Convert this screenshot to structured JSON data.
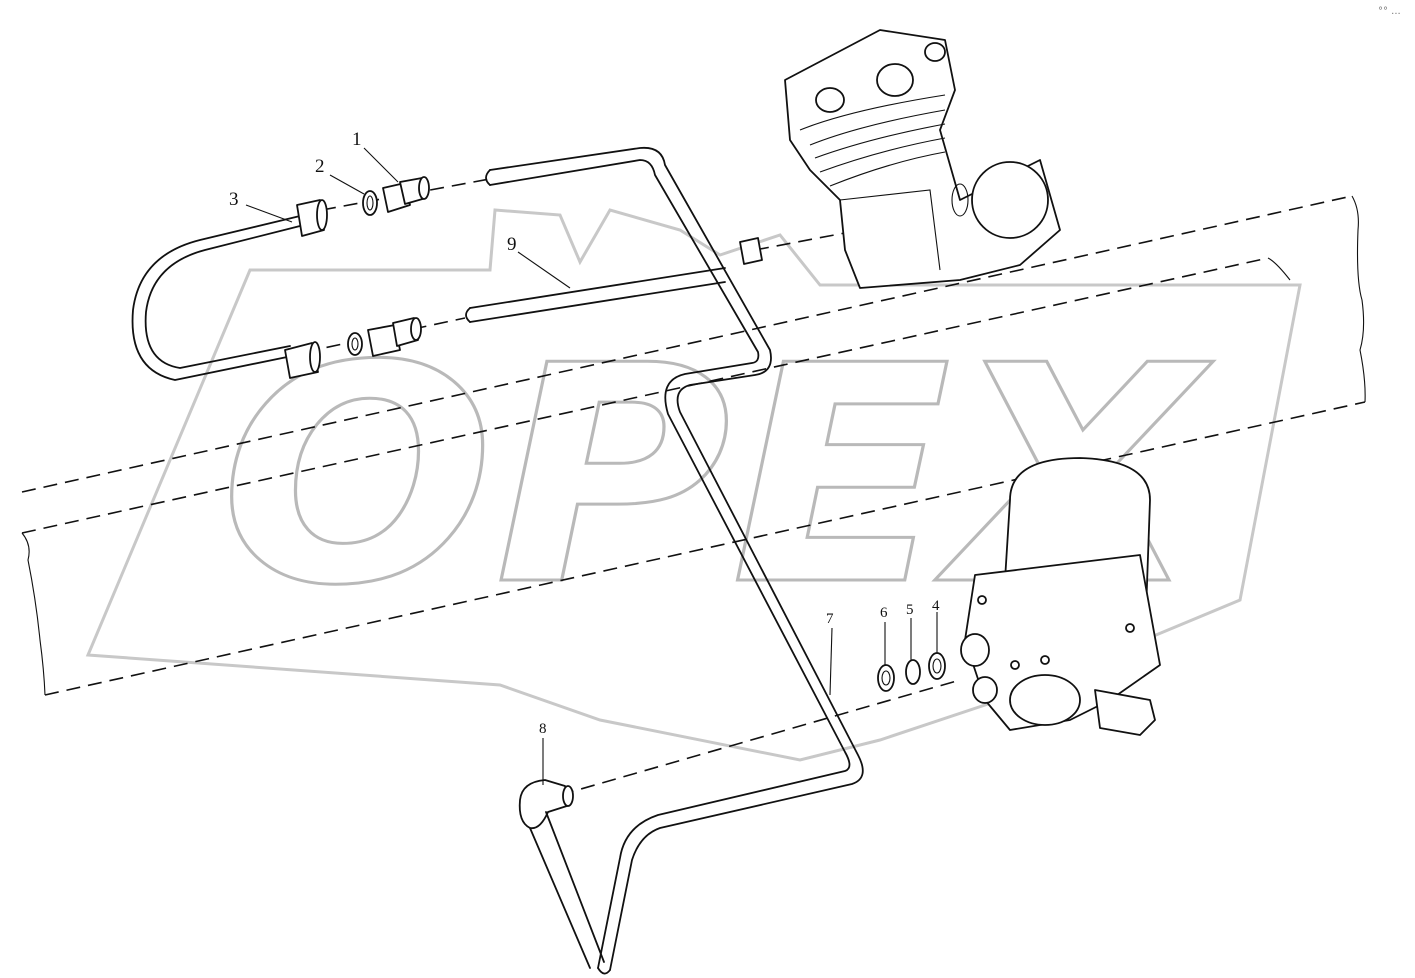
{
  "watermark": {
    "text": "OPEX",
    "color": "#b9b9b9"
  },
  "callouts": [
    {
      "id": "1",
      "label": "1"
    },
    {
      "id": "2",
      "label": "2"
    },
    {
      "id": "3",
      "label": "3"
    },
    {
      "id": "4",
      "label": "4"
    },
    {
      "id": "5",
      "label": "5"
    },
    {
      "id": "6",
      "label": "6"
    },
    {
      "id": "7",
      "label": "7"
    },
    {
      "id": "8",
      "label": "8"
    },
    {
      "id": "9",
      "label": "9"
    }
  ],
  "components": {
    "compressor": {
      "icon": "air-compressor-icon"
    },
    "dryer": {
      "icon": "air-dryer-icon"
    }
  },
  "corner_mark": "°° ..."
}
